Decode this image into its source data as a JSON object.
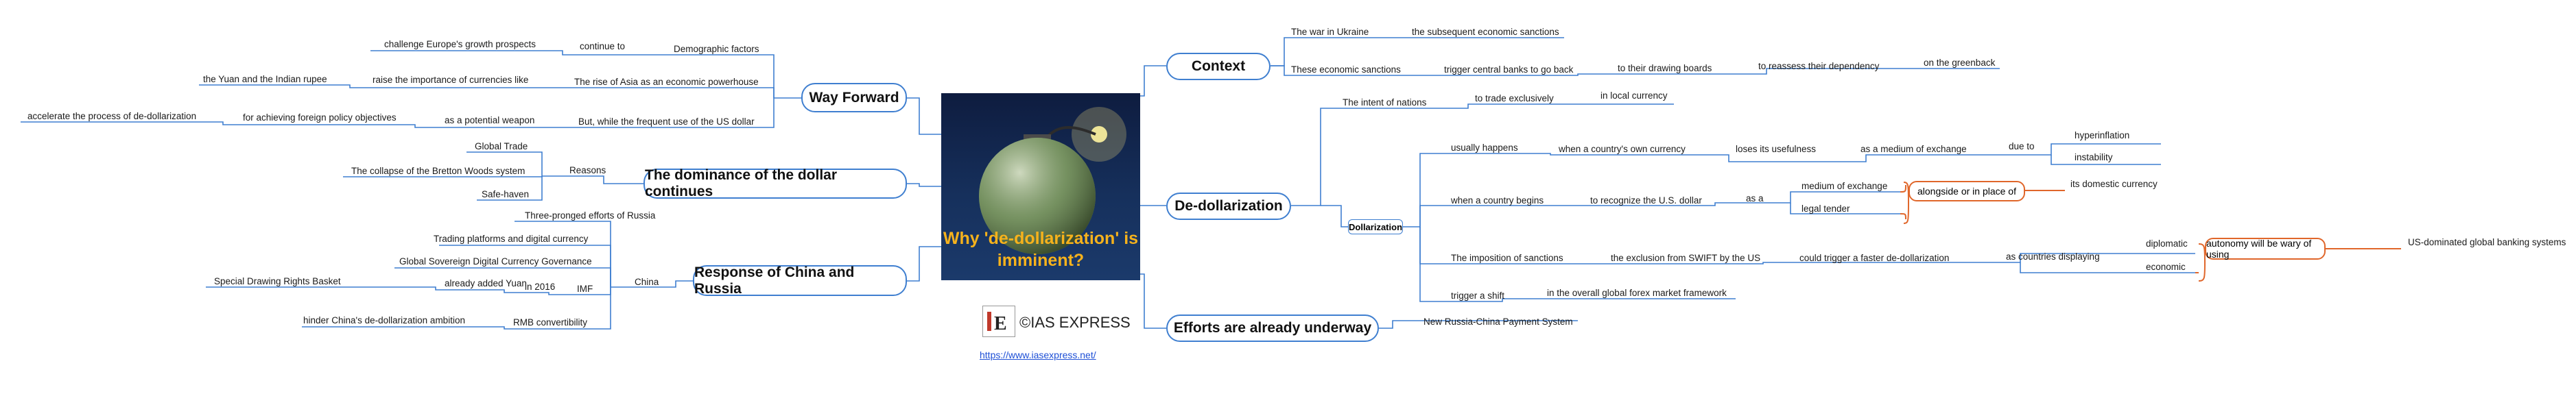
{
  "center": {
    "title": "Why 'de-dollarization' is imminent?",
    "brand": "©IAS EXPRESS",
    "url": "https://www.iasexpress.net/"
  },
  "right": {
    "context": {
      "label": "Context",
      "war": "The war in Ukraine",
      "war_1": "the subsequent economic sanctions",
      "sanctions": "These economic sanctions",
      "sanctions_1": "trigger central banks to go back",
      "sanctions_2": "to their drawing boards",
      "sanctions_3": "to reassess their dependency",
      "sanctions_4": "on the greenback"
    },
    "dedollarization": {
      "label": "De-dollarization",
      "intent": "The intent of nations",
      "intent_1": "to trade exclusively",
      "intent_2": "in local currency",
      "sub_label": "Dollarization",
      "usually": "usually happens",
      "usually_1": "when a country's own currency",
      "usually_2": "loses its usefulness",
      "usually_3": "as a medium of exchange",
      "usually_4": "due to",
      "hyper": "hyperinflation",
      "instability": "instability",
      "begins": "when a country begins",
      "begins_1": "to recognize the U.S. dollar",
      "begins_2": "as a",
      "medium": "medium of exchange",
      "legal": "legal tender",
      "alongside": "alongside or in place of",
      "domestic": "its domestic currency",
      "imposition": "The imposition of sanctions",
      "imposition_1": "the exclusion from SWIFT by the US",
      "imposition_2": "could trigger a faster de-dollarization",
      "imposition_3": "as countries displaying",
      "diplomatic": "diplomatic",
      "economic": "economic",
      "autonomy": "autonomy will be wary of using",
      "usdom": "US-dominated global banking systems",
      "trigger": "trigger a shift",
      "trigger_1": "in the overall global forex market framework"
    },
    "efforts": {
      "label": "Efforts are already underway",
      "item": "New Russia-China Payment System"
    }
  },
  "left": {
    "way_forward": {
      "label": "Way Forward",
      "demo": "Demographic factors",
      "demo_1": "continue to",
      "demo_2": "challenge Europe's growth prospects",
      "asia": "The rise of Asia as an economic powerhouse",
      "asia_1": "raise the importance of currencies like",
      "asia_2": "the Yuan and the Indian rupee",
      "but": "But, while the frequent use of the US dollar",
      "but_1": "as a potential weapon",
      "but_2": "for achieving foreign policy objectives",
      "but_3": "accelerate the process of de-dollarization"
    },
    "dominance": {
      "label": "The dominance of the dollar continues",
      "reasons": "Reasons",
      "r1": "Global Trade",
      "r2": "The collapse of the Bretton Woods system",
      "r3": "Safe-haven"
    },
    "response": {
      "label": "Response of China and Russia",
      "china": "China",
      "c1": "Three-pronged efforts of Russia",
      "c2": "Trading platforms and digital currency",
      "c3": "Global Sovereign Digital Currency Governance",
      "imf": "IMF",
      "imf_1": "in 2016",
      "imf_2": "already added Yuan",
      "imf_3": "Special Drawing Rights Basket",
      "rmb": "RMB convertibility",
      "rmb_1": "hinder China's de-dollarization ambition"
    }
  },
  "colors": {
    "branch": "#3f7fd0",
    "accent": "#e0662a",
    "title": "#f6b21c"
  }
}
